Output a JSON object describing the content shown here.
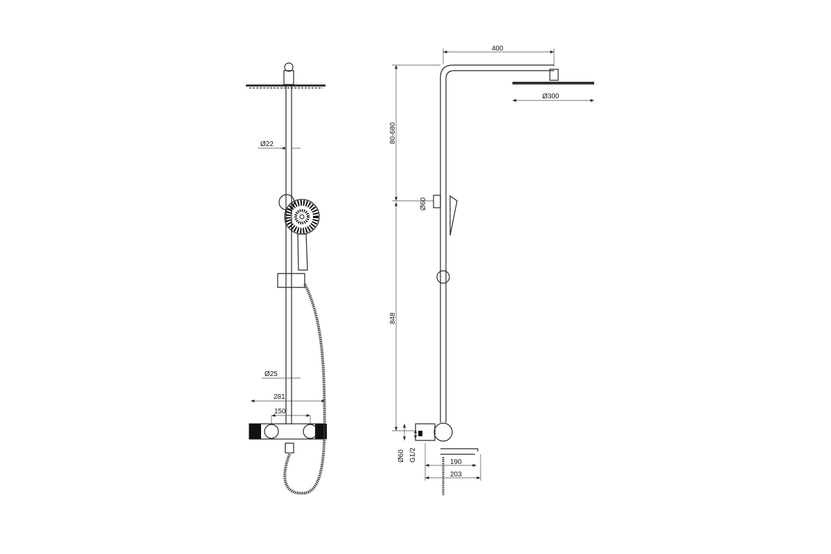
{
  "front_view": {
    "dims": {
      "bar_upper_diameter": "Ø22",
      "bar_lower_diameter": "Ø25",
      "mixer_width": "281",
      "inlet_spacing": "150"
    }
  },
  "side_view": {
    "dims": {
      "arm_length": "400",
      "head_diameter": "Ø300",
      "height_adjust": "80-680",
      "holder_diameter": "Ø60",
      "bar_height": "848",
      "escutcheon_diameter": "Ø60",
      "thread": "G1/2",
      "spout_length": "190",
      "spout_total": "203"
    }
  },
  "colors": {
    "line": "#222222",
    "fill": "#111111"
  }
}
